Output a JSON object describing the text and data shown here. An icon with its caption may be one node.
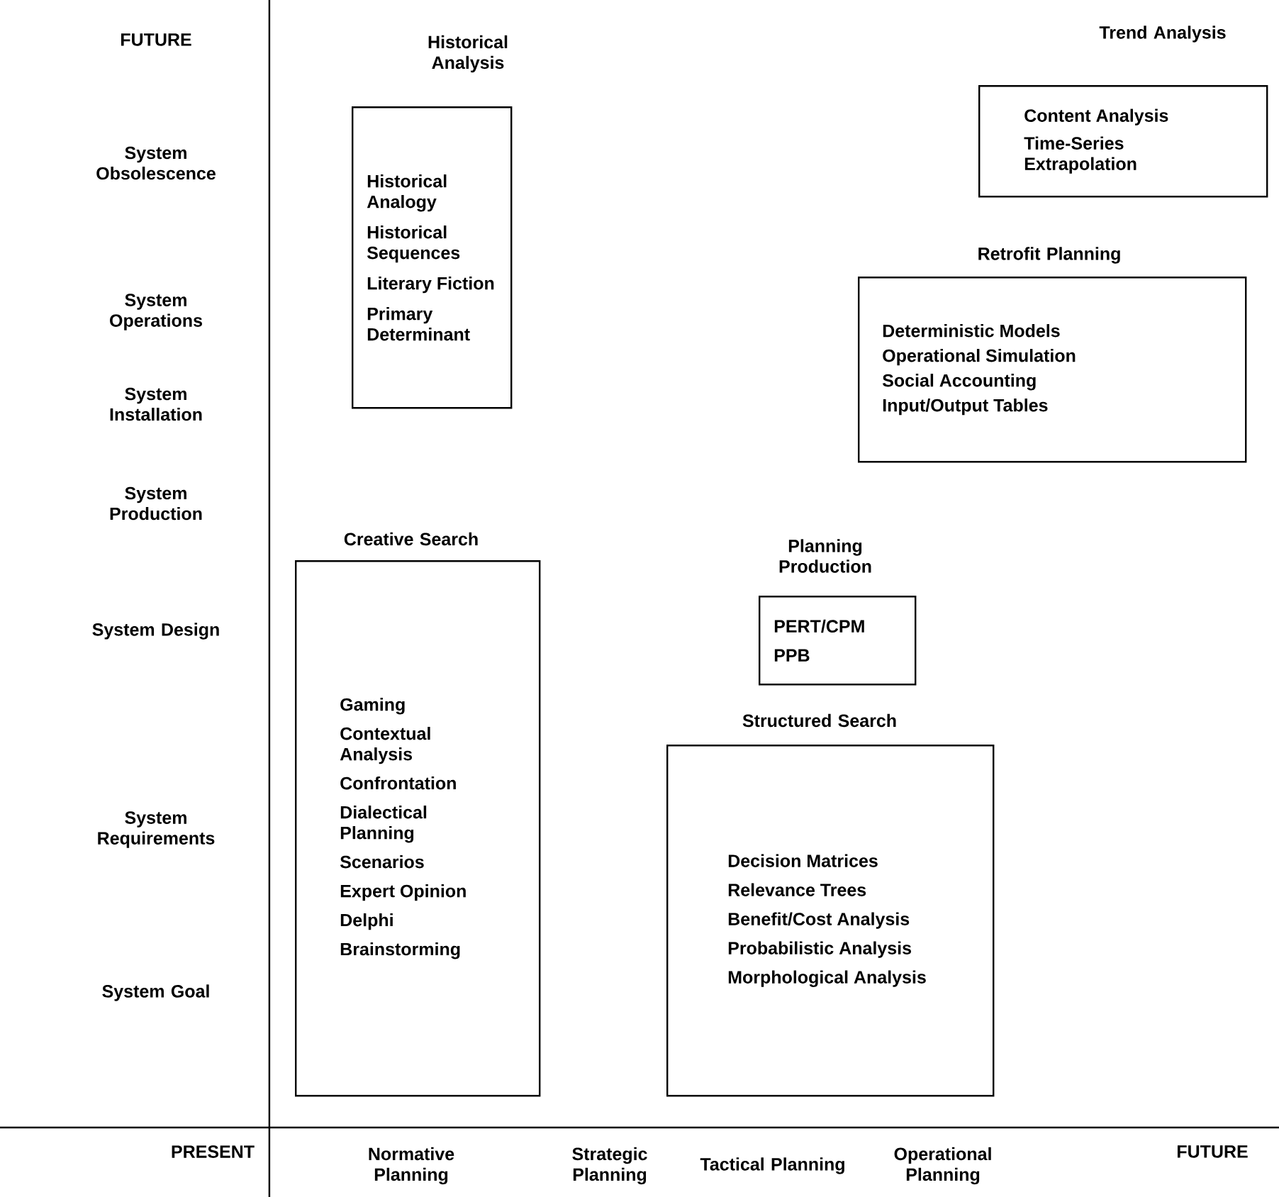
{
  "diagram": {
    "nodes": [
      {
        "text": [
          "Historical Analysis",
          "Historical Analogy",
          "Historical Sequences",
          "Literary Fiction",
          "Primary Determinant"
        ]
      },
      {
        "text": [
          "Trend Analysis",
          "Content Analysis",
          "Time-Series Extrapolation"
        ]
      },
      {
        "text": [
          "Retrofit Planning",
          "Deterministic Models",
          "Operational Simulation",
          "Social Accounting",
          "Input/Output Tables"
        ]
      },
      {
        "text": [
          "Planning Production",
          "PERT/CPM",
          "PPB"
        ]
      },
      {
        "text": [
          "Creative Search",
          "Gaming",
          "Contextual Analysis",
          "Confrontation",
          "Dialectical Planning",
          "Scenarios",
          "Expert Opinion",
          "Delphi",
          "Brainstorming"
        ]
      },
      {
        "text": [
          "Structured Search",
          "Decision Matrices",
          "Relevance Trees",
          "Benefit/Cost Analysis",
          "Probabilistic Analysis",
          "Morphological Analysis"
        ]
      }
    ],
    "labels": [
      "FUTURE",
      "System Obsolescence",
      "System Operations",
      "System Installation",
      "System Production",
      "System Design",
      "System Requirements",
      "System Goal",
      "PRESENT",
      "Normative Planning",
      "Strategic Planning",
      "Tactical Planning",
      "Operational Planning",
      "FUTURE"
    ]
  }
}
